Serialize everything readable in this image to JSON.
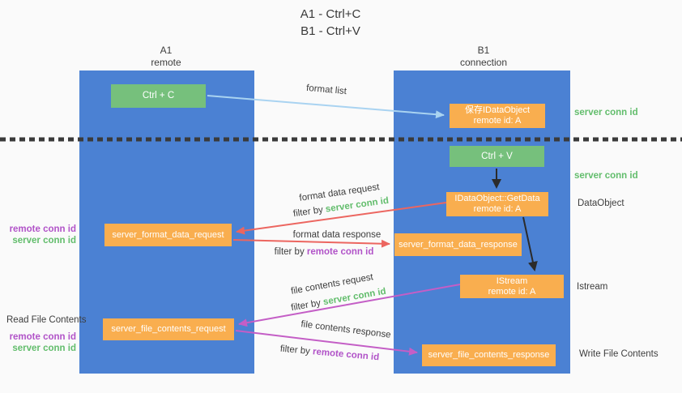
{
  "colors": {
    "bg": "#fafafa",
    "column_blue": "#4b81d3",
    "box_green": "#76c07c",
    "box_orange": "#f9ae4f",
    "arrow_lightblue": "#a9d3f1",
    "arrow_red": "#ec6660",
    "arrow_magenta": "#c45ec6",
    "arrow_dark": "#2b2b2b",
    "text_green": "#62bd6c",
    "text_purple": "#b153c8"
  },
  "title": {
    "line1": "A1 - Ctrl+C",
    "line2": "B1 - Ctrl+V"
  },
  "lanes": {
    "left": {
      "name": "A1",
      "role": "remote"
    },
    "right": {
      "name": "B1",
      "role": "connection"
    }
  },
  "boxes": {
    "ctrl_c": "Ctrl + C",
    "ctrl_v": "Ctrl + V",
    "save_dataobject": {
      "line1": "保存IDataObject",
      "line2": "remote id: A"
    },
    "getdata": {
      "line1": "IDataObject::GetData",
      "line2": "remote id: A"
    },
    "istream": {
      "line1": "IStream",
      "line2": "remote id: A"
    },
    "format_request": "server_format_data_request",
    "format_response": "server_format_data_response",
    "file_request": "server_file_contents_request",
    "file_response": "server_file_contents_response"
  },
  "arrow_labels": {
    "format_list": "format list",
    "format_data_request": "format data request",
    "format_data_response": "format data response",
    "file_contents_request": "file contents request",
    "file_contents_response": "file contents response",
    "filter_by": "filter by",
    "server_conn_id": "server conn id",
    "remote_conn_id": "remote conn id"
  },
  "side_labels": {
    "server_conn_id": "server conn id",
    "remote_conn_id": "remote conn id",
    "read_file_contents": "Read File Contents",
    "write_file_contents": "Write File Contents",
    "dataobject": "DataObject",
    "istream": "Istream"
  }
}
